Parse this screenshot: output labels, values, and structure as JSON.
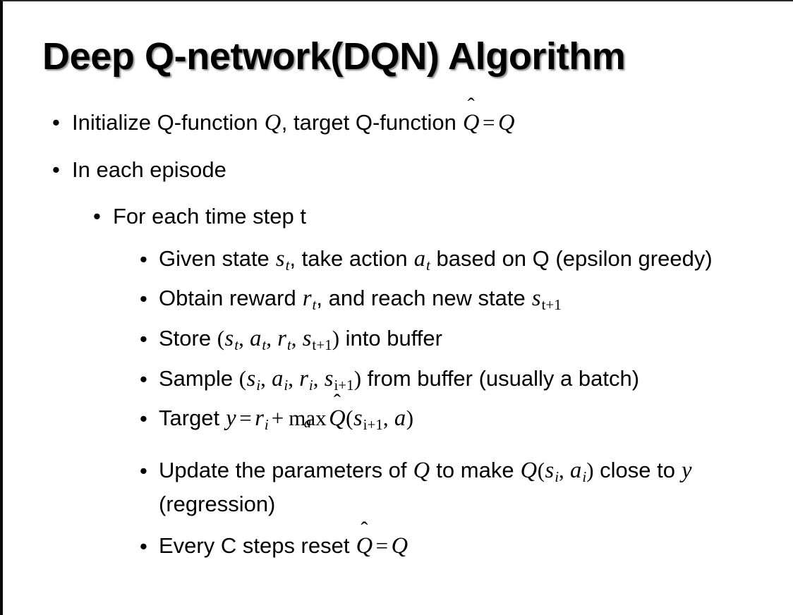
{
  "slide": {
    "title": "Deep Q-network(DQN) Algorithm",
    "background_color": "#ffffff",
    "text_color": "#000000",
    "border_color": "#0a0a0a"
  },
  "bullets": [
    {
      "level": 1,
      "marker": "•",
      "text": "Initialize Q-function Q, target Q-function Q̂ = Q",
      "parts": {
        "p1": "Initialize Q-function ",
        "q1": "Q",
        "p2": ", target Q-function ",
        "qhat": "Q",
        "hat": "̂",
        "eq": "=",
        "q2": "Q"
      }
    },
    {
      "level": 1,
      "marker": "•",
      "text": "In each episode"
    },
    {
      "level": 2,
      "marker": "•",
      "text": "For each time step t"
    },
    {
      "level": 3,
      "marker": "•",
      "text": "Given state s_t, take action a_t based on Q (epsilon greedy)",
      "parts": {
        "p1": "Given state ",
        "s": "s",
        "s_sub": "t",
        "p2": ", take action ",
        "a": "a",
        "a_sub": "t",
        "p3": " based on Q (epsilon greedy)"
      }
    },
    {
      "level": 3,
      "marker": "•",
      "text": "Obtain reward r_t, and reach new state s_{t+1}",
      "parts": {
        "p1": "Obtain reward ",
        "r": "r",
        "r_sub": "t",
        "p2": ", and reach new state ",
        "s": "s",
        "s_sub": "t+1"
      }
    },
    {
      "level": 3,
      "marker": "•",
      "text": "Store (s_t, a_t, r_t, s_{t+1}) into buffer",
      "parts": {
        "p1": "Store ",
        "open": "(",
        "s": "s",
        "a": "a",
        "r": "r",
        "sub_t": "t",
        "sub_t1": "t+1",
        "close": ")",
        "p2": " into buffer"
      }
    },
    {
      "level": 3,
      "marker": "•",
      "text": "Sample (s_i, a_i, r_i, s_{i+1}) from buffer (usually a batch)",
      "parts": {
        "p1": "Sample ",
        "open": "(",
        "s": "s",
        "a": "a",
        "r": "r",
        "sub_i": "i",
        "sub_i1": "i+1",
        "close": ")",
        "p2": " from buffer (usually a batch)"
      }
    },
    {
      "level": 3,
      "marker": "•",
      "text": "Target y = r_i + max_a Q̂(s_{i+1}, a)",
      "parts": {
        "p1": "Target ",
        "y": "y",
        "eq": "=",
        "r": "r",
        "sub_i": "i",
        "plus": "+",
        "max": "max",
        "max_lim": "a",
        "qhat": "Q",
        "hat": "̂",
        "open": "(",
        "s": "s",
        "sub_i1": "i+1",
        "comma": ", ",
        "a": "a",
        "close": ")"
      }
    },
    {
      "level": 3,
      "marker": "•",
      "text": "Update the parameters of Q to make Q(s_i, a_i) close to y (regression)",
      "parts": {
        "p1": "Update the parameters of ",
        "q1": "Q",
        "p2": " to make ",
        "q2": "Q",
        "open": "(",
        "s": "s",
        "a": "a",
        "sub_i": "i",
        "comma": ", ",
        "close": ")",
        "p3": " close to ",
        "y": "y",
        "p4": " (regression)"
      }
    },
    {
      "level": 3,
      "marker": "•",
      "text": "Every C steps reset Q̂ = Q",
      "parts": {
        "p1": "Every C steps reset ",
        "qhat": "Q",
        "hat": "̂",
        "eq": "=",
        "q2": "Q"
      }
    }
  ]
}
